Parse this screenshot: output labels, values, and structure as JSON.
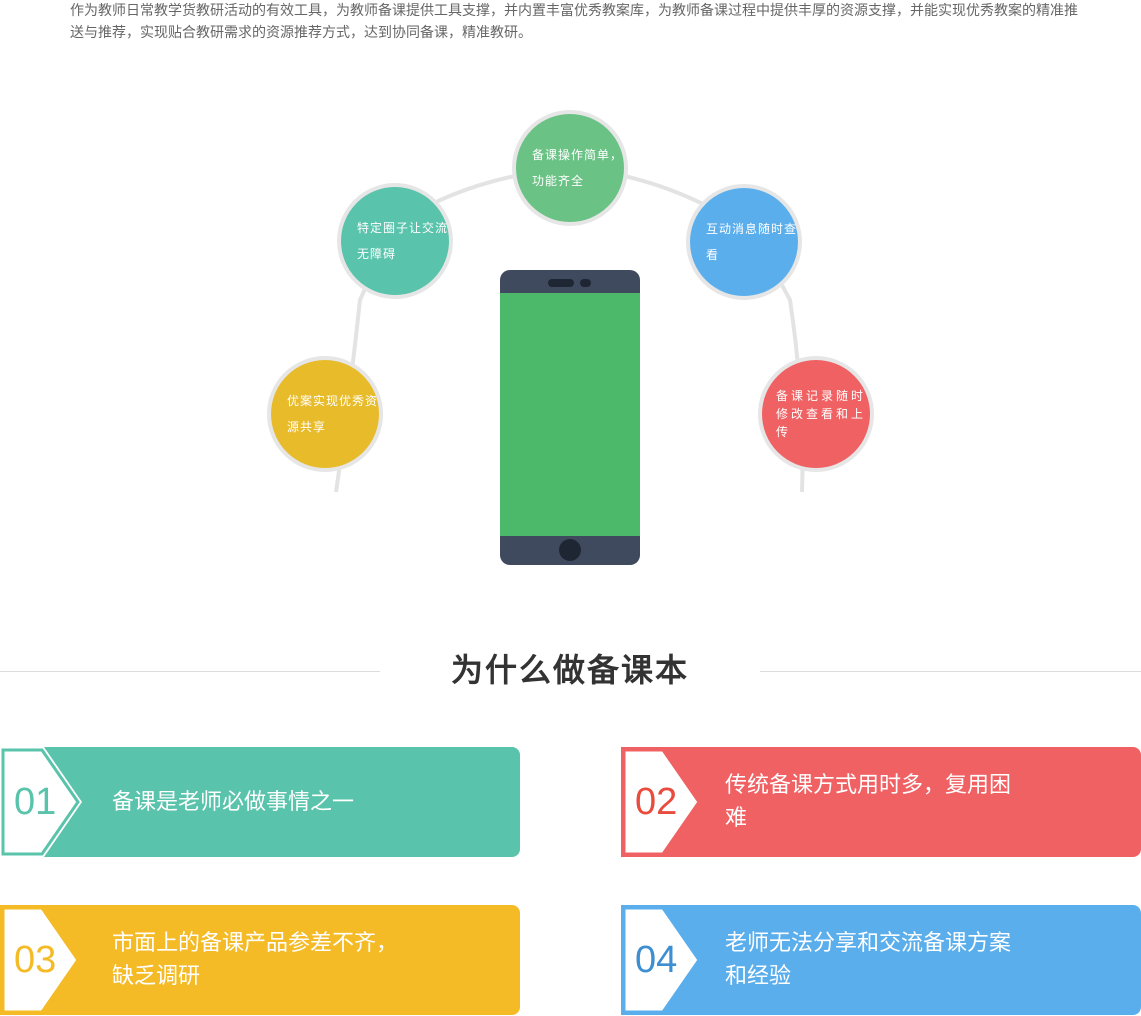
{
  "intro": {
    "text": "作为教师日常教学货教研活动的有效工具，为教师备课提供工具支撑，并内置丰富优秀教案库，为教师备课过程中提供丰厚的资源支撑，并能实现优秀教案的精准推送与推荐，实现贴合教研需求的资源推荐方式，达到协同备课，精准教研。"
  },
  "features": {
    "top": "备课操作简单，功能齐全",
    "upper_left": "特定圈子让交流无障碍",
    "upper_right": "互动消息随时查看",
    "lower_left": "优案实现优秀资源共享",
    "lower_right": "备课记录随时修改查看和上传"
  },
  "colors": {
    "green": "#6ac285",
    "teal": "#59c3ab",
    "blue": "#5baeec",
    "yellow": "#e8bb2b",
    "red": "#f06163",
    "phone_body": "#3f4a5e",
    "phone_screen": "#4cb86a"
  },
  "section": {
    "title": "为什么做备课本"
  },
  "reasons": [
    {
      "num": "01",
      "text": "备课是老师必做事情之一",
      "color": "#59c3ab"
    },
    {
      "num": "02",
      "text": "传统备课方式用时多，复用困难",
      "color": "#f06163"
    },
    {
      "num": "03",
      "text": "市面上的备课产品参差不齐，缺乏调研",
      "color": "#f4bb27"
    },
    {
      "num": "04",
      "text": "老师无法分享和交流备课方案和经验",
      "color": "#5baeec"
    }
  ]
}
